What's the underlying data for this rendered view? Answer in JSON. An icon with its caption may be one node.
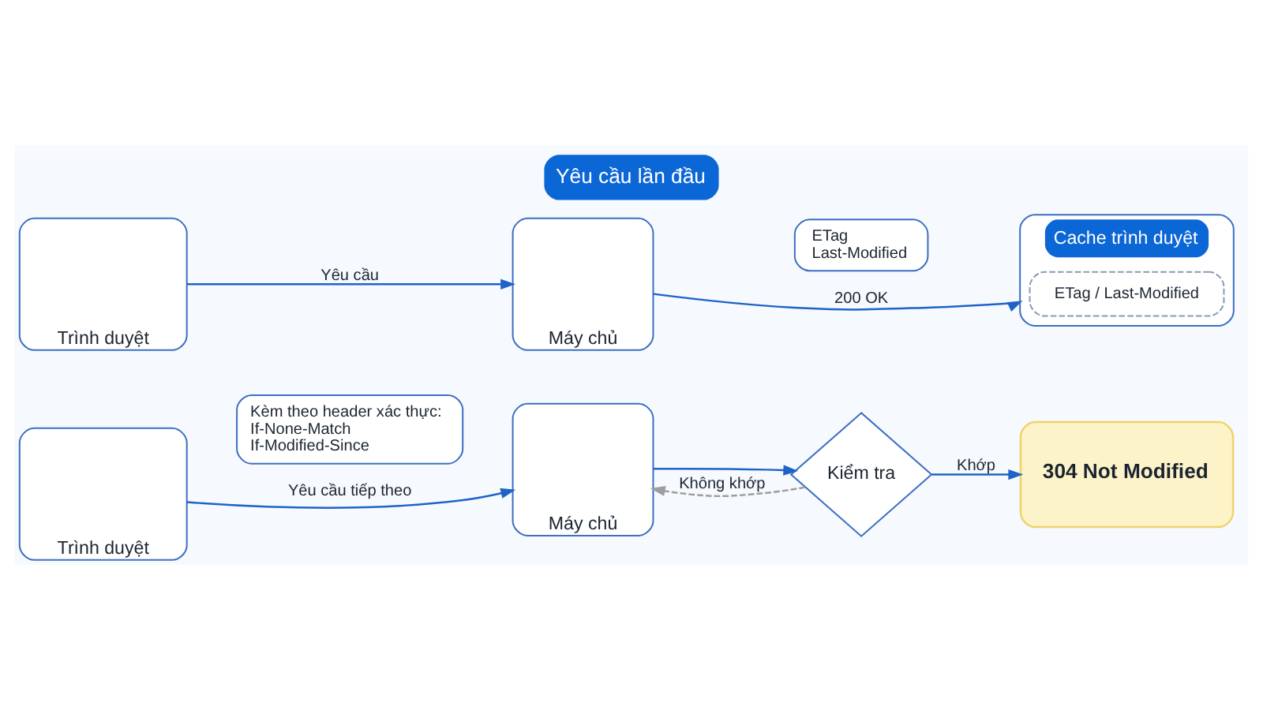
{
  "diagram": {
    "title": "Yêu cầu lần đầu",
    "nodes": [
      {
        "text": [
          "Trình duyệt"
        ]
      },
      {
        "text": [
          "Máy chủ"
        ]
      },
      {
        "text": [
          "ETag",
          "Last-Modified"
        ]
      },
      {
        "text": [
          "Cache trình duyệt"
        ]
      },
      {
        "text": [
          "ETag / Last-Modified"
        ],
        "in": 3
      },
      {
        "text": [
          "Trình duyệt"
        ]
      },
      {
        "text": [
          "Kèm theo header xác thực:",
          "If-None-Match",
          "If-Modified-Since"
        ]
      },
      {
        "text": [
          "Máy chủ"
        ]
      },
      {
        "text": [
          "Kiểm tra"
        ]
      },
      {
        "text": [
          "304 Not Modified"
        ]
      }
    ],
    "edges": [
      {
        "from": 0,
        "to": 1,
        "arrow": "to",
        "label": "Yêu cầu"
      },
      {
        "from": 1,
        "to": 3,
        "arrow": "to",
        "label": "200 OK"
      },
      {
        "from": 5,
        "to": 7,
        "arrow": "to",
        "label": "Yêu cầu tiếp theo"
      },
      {
        "from": 7,
        "to": 8,
        "arrow": "to"
      },
      {
        "from": 8,
        "to": 9,
        "arrow": "to",
        "label": "Khớp"
      },
      {
        "from": 8,
        "to": 7,
        "arrow": "to",
        "label": "Không khớp",
        "style": "dashed",
        "color": "#9e9e9e"
      }
    ]
  }
}
